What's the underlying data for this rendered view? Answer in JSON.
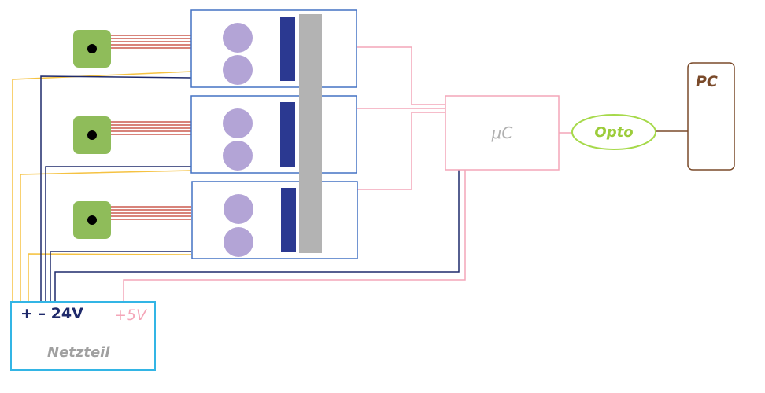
{
  "labels": {
    "power_supply": "Netzteil",
    "voltage_plus_minus": "+ – 24V",
    "voltage_5v": "+5V",
    "microcontroller": "μC",
    "optocoupler": "Opto",
    "pc": "PC"
  },
  "colors": {
    "board_border": "#4472c4",
    "psu_border": "#33b5e5",
    "mcu_border": "#f4a6b8",
    "pink_wire": "#f4a6b8",
    "navy_wire": "#1f2a6b",
    "yellow_wire": "#f5c242",
    "red_wire": "#c0392b",
    "sensor_fill": "#8fbc5a",
    "capacitor_fill": "#b3a4d6",
    "chip_fill": "#2b3991",
    "heatsink_fill": "#b3b3b3",
    "opto_border": "#a6d94a",
    "opto_text": "#9ccc3a",
    "pc_border": "#7a4a2a",
    "pc_text": "#7a4a2a",
    "mcu_text": "#b0b0b0",
    "psu_text": "#a0a0a0",
    "voltage_text": "#1f2a6b",
    "v5_text": "#f4a6b8"
  }
}
